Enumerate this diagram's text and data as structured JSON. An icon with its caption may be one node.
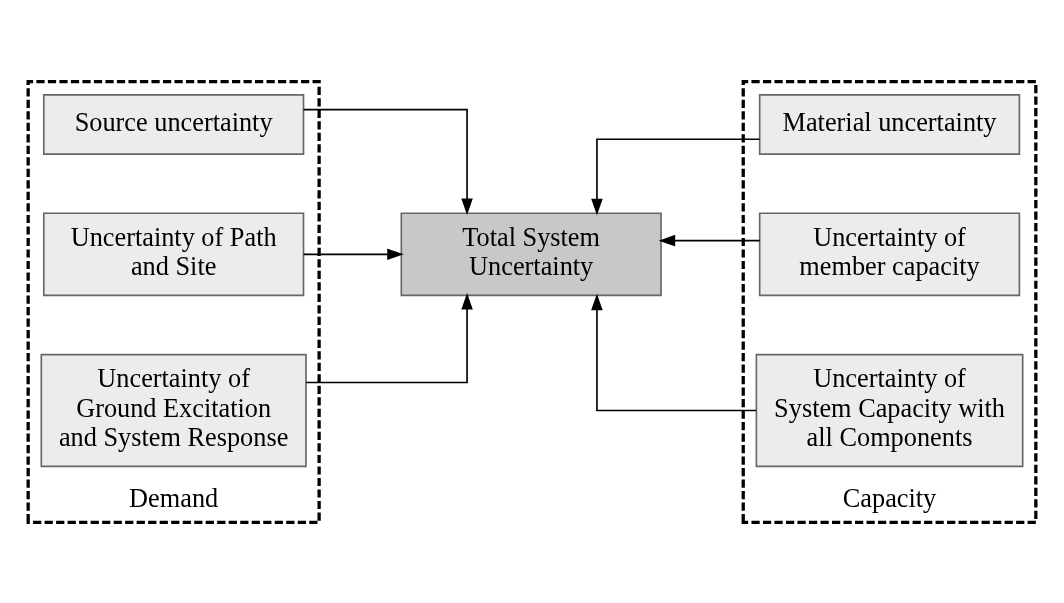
{
  "diagram": {
    "nodes": [
      {
        "text": [
          "Demand"
        ]
      },
      {
        "text": [
          "Source uncertainty"
        ],
        "in": 0
      },
      {
        "text": [
          "Uncertainty of Path and Site"
        ],
        "in": 0
      },
      {
        "text": [
          "Uncertainty of Ground Excitation and System Response"
        ],
        "in": 0
      },
      {
        "text": [
          "Total System Uncertainty"
        ]
      },
      {
        "text": [
          "Capacity"
        ]
      },
      {
        "text": [
          "Material uncertainty"
        ],
        "in": 5
      },
      {
        "text": [
          "Uncertainty of member capacity"
        ],
        "in": 5
      },
      {
        "text": [
          "Uncertainty of System Capacity with all Components"
        ],
        "in": 5
      }
    ],
    "edges": [
      {
        "from": 1,
        "to": 4,
        "arrow": "to"
      },
      {
        "from": 2,
        "to": 4,
        "arrow": "to"
      },
      {
        "from": 3,
        "to": 4,
        "arrow": "to"
      },
      {
        "from": 6,
        "to": 4,
        "arrow": "to"
      },
      {
        "from": 7,
        "to": 4,
        "arrow": "to"
      },
      {
        "from": 8,
        "to": 4,
        "arrow": "to"
      }
    ]
  }
}
